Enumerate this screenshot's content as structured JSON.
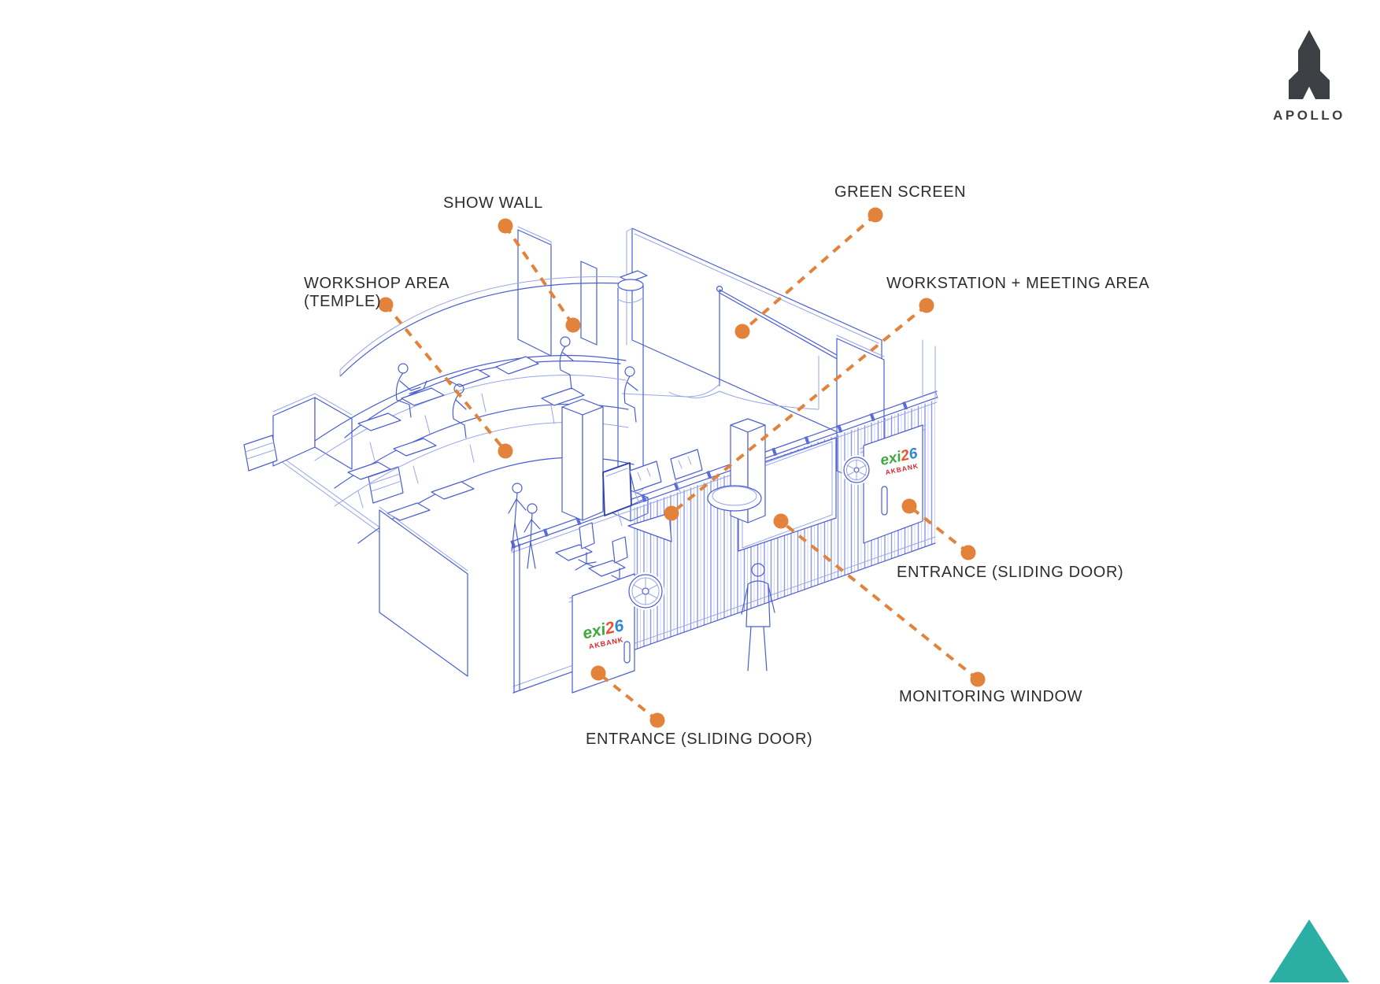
{
  "brand": {
    "logo_text": "APOLLO",
    "logo_icon": "rocket",
    "logo_color": "#3c4045"
  },
  "colors": {
    "accent_orange": "#E2823B",
    "line_blue": "#4a5ed0",
    "teal_triangle": "#2BAEA3",
    "label_text": "#2b2d30",
    "background": "#ffffff"
  },
  "labels": {
    "show_wall": {
      "text": "SHOW WALL"
    },
    "workshop_area": {
      "line1": "WORKSHOP AREA",
      "line2": "(TEMPLE)"
    },
    "green_screen": {
      "text": "GREEN SCREEN"
    },
    "workstation": {
      "text": "WORKSTATION + MEETING AREA"
    },
    "entrance_right": {
      "text": "ENTRANCE (SLIDING DOOR)"
    },
    "monitoring_window": {
      "text": "MONITORING WINDOW"
    },
    "entrance_bottom": {
      "text": "ENTRANCE (SLIDING DOOR)"
    }
  },
  "booth_branding": {
    "logo_exi": "exi",
    "logo_2": "2",
    "logo_6": "6",
    "logo_akbank": "AKBANK"
  }
}
